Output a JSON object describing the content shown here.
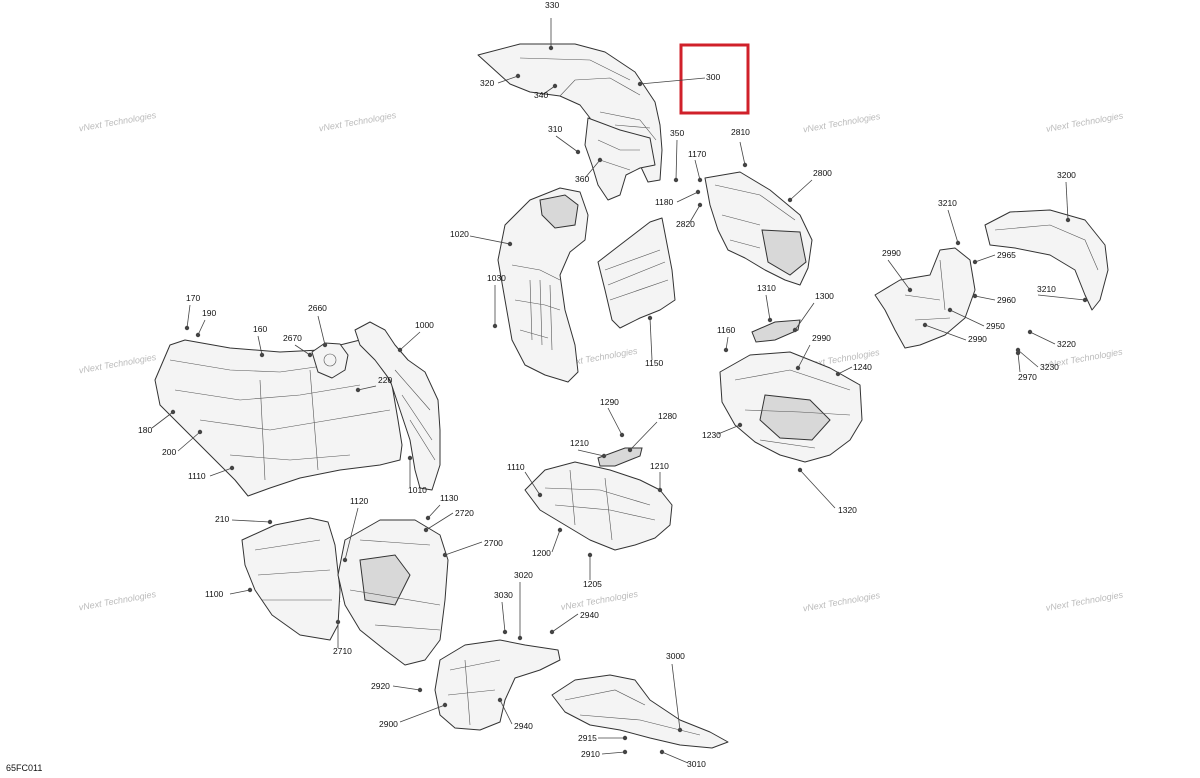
{
  "diagram_ref": "65FC011",
  "highlight_color": "#d0202a",
  "watermark": {
    "line1": "vNext Technologies",
    "line2": "Technologies"
  },
  "labels": [
    "330",
    "320",
    "340",
    "300",
    "310",
    "350",
    "360",
    "1170",
    "2810",
    "2800",
    "1180",
    "2820",
    "1020",
    "1030",
    "3200",
    "3210",
    "2990",
    "2965",
    "2960",
    "3210b",
    "2950",
    "2990b",
    "3220",
    "3230",
    "2970",
    "170",
    "190",
    "160",
    "2660",
    "2670",
    "1000",
    "220",
    "180",
    "200",
    "1110",
    "1010",
    "1310",
    "1300",
    "2990c",
    "1160",
    "1240",
    "1230",
    "1320",
    "1150",
    "1290",
    "1280",
    "1210",
    "1110b",
    "1210b",
    "1200",
    "1205",
    "210",
    "1120",
    "1130",
    "2720",
    "2700",
    "1100",
    "2710",
    "3020",
    "3030",
    "2940",
    "3000",
    "2920",
    "2900",
    "2940b",
    "2915",
    "2910",
    "3010"
  ],
  "label_text": {
    "330": "330",
    "320": "320",
    "340": "340",
    "300": "300",
    "310": "310",
    "350": "350",
    "360": "360",
    "1170": "1170",
    "2810": "2810",
    "2800": "2800",
    "1180": "1180",
    "2820": "2820",
    "1020": "1020",
    "1030": "1030",
    "3200": "3200",
    "3210": "3210",
    "2990": "2990",
    "2965": "2965",
    "2960": "2960",
    "3210b": "3210",
    "2950": "2950",
    "2990b": "2990",
    "3220": "3220",
    "3230": "3230",
    "2970": "2970",
    "170": "170",
    "190": "190",
    "160": "160",
    "2660": "2660",
    "2670": "2670",
    "1000": "1000",
    "220": "220",
    "180": "180",
    "200": "200",
    "1110": "1110",
    "1010": "1010",
    "1310": "1310",
    "1300": "1300",
    "2990c": "2990",
    "1160": "1160",
    "1240": "1240",
    "1230": "1230",
    "1320": "1320",
    "1150": "1150",
    "1290": "1290",
    "1280": "1280",
    "1210": "1210",
    "1110b": "1110",
    "1210b": "1210",
    "1200": "1200",
    "1205": "1205",
    "210": "210",
    "1120": "1120",
    "1130": "1130",
    "2720": "2720",
    "2700": "2700",
    "1100": "1100",
    "2710": "2710",
    "3020": "3020",
    "3030": "3030",
    "2940": "2940",
    "3000": "3000",
    "2920": "2920",
    "2900": "2900",
    "2940b": "2940",
    "2915": "2915",
    "2910": "2910",
    "3010": "3010"
  }
}
